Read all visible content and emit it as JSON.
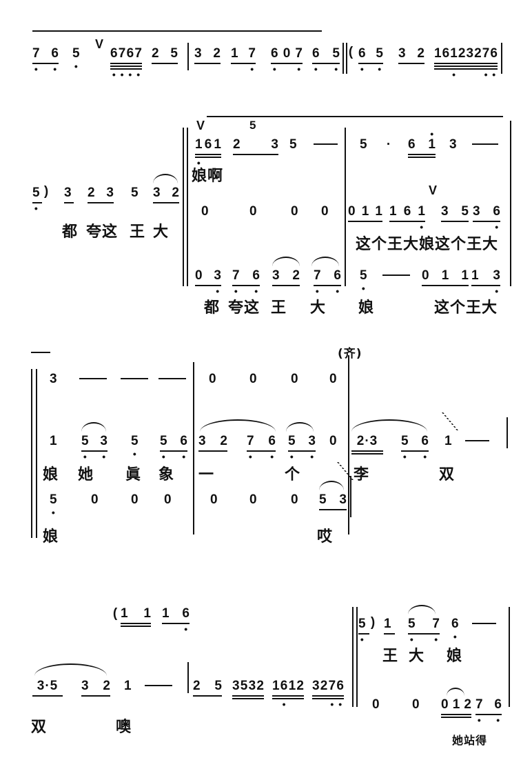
{
  "notes": [
    {
      "n": "76",
      "lo": "..",
      "b": 1
    },
    {
      "n": "5",
      "lo": ".",
      "b": 0
    },
    {
      "n": "6767",
      "lo": "....",
      "b": 3
    },
    {
      "n": "25",
      "b": 1
    },
    {
      "n": "32",
      "b": 1
    },
    {
      "n": "17",
      "lo": " .",
      "b": 1
    },
    {
      "n": "607",
      "lo": ". .",
      "b": 1
    },
    {
      "n": "65",
      "lo": "..",
      "b": 1
    },
    {
      "n": "(",
      "b": 0
    },
    {
      "n": "65",
      "lo": "..",
      "b": 1
    },
    {
      "n": "32",
      "b": 1
    },
    {
      "n": "16123276",
      "lo": "  .   ..",
      "b": 3
    },
    {
      "n": "5",
      "lo": ".",
      "b": 1
    },
    {
      "n": ")",
      "b": 0
    },
    {
      "n": "3",
      "b": 1
    },
    {
      "n": "23",
      "b": 1
    },
    {
      "n": "5",
      "b": 0
    },
    {
      "n": "32",
      "b": 1
    },
    {
      "n": "161",
      "lo": ".  ",
      "b": 2
    },
    {
      "n": "23",
      "b": 1
    },
    {
      "n": "5",
      "b": 0
    },
    {
      "n": "5",
      "b": 0
    },
    {
      "n": "·",
      "b": 0
    },
    {
      "n": "61",
      "hi": " .",
      "b": 2
    },
    {
      "n": "3",
      "b": 0
    },
    {
      "n": "0",
      "b": 0
    },
    {
      "n": "0",
      "b": 0
    },
    {
      "n": "0",
      "b": 0
    },
    {
      "n": "0",
      "b": 0
    },
    {
      "n": "011",
      "b": 1
    },
    {
      "n": "161",
      "lo": "  .",
      "b": 1
    },
    {
      "n": "35",
      "b": 1
    },
    {
      "n": "36",
      "lo": " .",
      "b": 1
    },
    {
      "n": "03",
      "lo": " .",
      "b": 1
    },
    {
      "n": "76",
      "lo": "..",
      "b": 1
    },
    {
      "n": "32",
      "b": 1
    },
    {
      "n": "76",
      "lo": "..",
      "b": 1
    },
    {
      "n": "5",
      "lo": ".",
      "b": 0
    },
    {
      "n": "011",
      "b": 1
    },
    {
      "n": "13",
      "lo": " .",
      "b": 1
    },
    {
      "n": "3",
      "b": 0
    },
    {
      "n": "0",
      "b": 0
    },
    {
      "n": "0",
      "b": 0
    },
    {
      "n": "0",
      "b": 0
    },
    {
      "n": "0",
      "b": 0
    },
    {
      "n": "1",
      "b": 0
    },
    {
      "n": "53",
      "lo": "..",
      "b": 1
    },
    {
      "n": "5",
      "lo": ".",
      "b": 0
    },
    {
      "n": "56",
      "lo": "..",
      "b": 1
    },
    {
      "n": "32",
      "b": 1
    },
    {
      "n": "76",
      "lo": "..",
      "b": 1
    },
    {
      "n": "53",
      "lo": "..",
      "b": 1
    },
    {
      "n": "0",
      "b": 0
    },
    {
      "n": "2·3",
      "b": 2
    },
    {
      "n": "56",
      "lo": "..",
      "b": 1
    },
    {
      "n": "1",
      "b": 0
    },
    {
      "n": "5",
      "lo": ".",
      "b": 0
    },
    {
      "n": "0",
      "b": 0
    },
    {
      "n": "0",
      "b": 0
    },
    {
      "n": "0",
      "b": 0
    },
    {
      "n": "0",
      "b": 0
    },
    {
      "n": "0",
      "b": 0
    },
    {
      "n": "0",
      "b": 0
    },
    {
      "n": "53",
      "b": 1
    },
    {
      "n": "(",
      "b": 0
    },
    {
      "n": "11",
      "b": 2
    },
    {
      "n": "16",
      "lo": " .",
      "b": 1
    },
    {
      "n": "3·5",
      "b": 1
    },
    {
      "n": "32",
      "b": 1
    },
    {
      "n": "1",
      "b": 0
    },
    {
      "n": "25",
      "b": 1
    },
    {
      "n": "3532",
      "b": 2
    },
    {
      "n": "1612",
      "lo": " .  ",
      "b": 2
    },
    {
      "n": "3276",
      "lo": "  ..",
      "b": 2
    },
    {
      "n": "5",
      "lo": ".",
      "b": 1
    },
    {
      "n": ")",
      "b": 0
    },
    {
      "n": "1",
      "b": 1
    },
    {
      "n": "57",
      "lo": "..",
      "b": 1
    },
    {
      "n": "6",
      "lo": ".",
      "b": 0
    },
    {
      "n": "0",
      "b": 0
    },
    {
      "n": "0",
      "b": 0
    },
    {
      "n": "012",
      "b": 2
    },
    {
      "n": "76",
      "lo": "..",
      "b": 1
    }
  ],
  "lyrics": [
    "都",
    "夸这",
    "王",
    "大",
    "娘啊",
    "这个王大娘这个王大",
    "都",
    "夸这",
    "王",
    "大",
    "娘",
    "这个王大",
    "(齐)",
    "娘",
    "她",
    "眞",
    "象",
    "一",
    "个",
    "李",
    "双",
    "娘",
    "哎",
    "双",
    "噢",
    "王",
    "大",
    "娘",
    "她站得"
  ],
  "marks": {
    "breath": "V",
    "grace_note": "5"
  }
}
